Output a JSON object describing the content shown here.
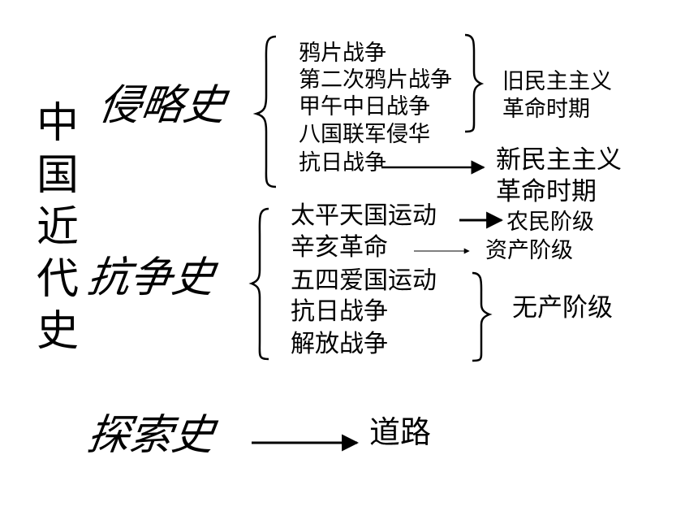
{
  "title_chars": [
    "中",
    "国",
    "近",
    "代",
    "史"
  ],
  "branches": {
    "invasion": {
      "label": "侵略史",
      "items": [
        "鸦片战争",
        "第二次鸦片战争",
        "甲午中日战争",
        "八国联军侵华",
        "抗日战争"
      ],
      "old_period": [
        "旧民主主义",
        "革命时期"
      ],
      "new_period": [
        "新民主主义",
        "革命时期"
      ]
    },
    "resistance": {
      "label": "抗争史",
      "items": [
        "太平天国运动",
        "辛亥革命",
        "五四爱国运动",
        "抗日战争",
        "解放战争"
      ],
      "class_peasant": "农民阶级",
      "class_bourgeois": "资产阶级",
      "class_proletariat": "无产阶级"
    },
    "exploration": {
      "label": "探索史",
      "result": "道路"
    }
  }
}
